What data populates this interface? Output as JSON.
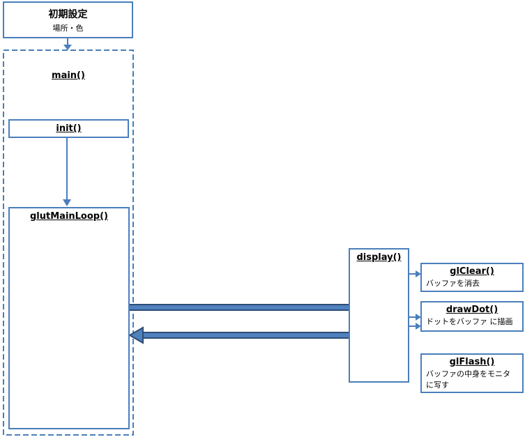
{
  "settings": {
    "title": "初期設定",
    "subtitle": "場所・色"
  },
  "main": {
    "title": "main()"
  },
  "init": {
    "title": "init()"
  },
  "loop": {
    "title": "glutMainLoop()"
  },
  "display": {
    "title": "display()"
  },
  "glclear": {
    "title": "glClear()",
    "desc": "バッファを消去"
  },
  "drawdot": {
    "title": "drawDot()",
    "desc": "ドットをバッファ に描画"
  },
  "glflash": {
    "title": "glFlash()",
    "desc_line1": "バッファの中身をモニタ",
    "desc_line2": "に写す"
  },
  "colors": {
    "stroke": "#4a7ebb",
    "arrow_fill": "#4f81bd",
    "arrow_edge": "#2c4d75"
  }
}
